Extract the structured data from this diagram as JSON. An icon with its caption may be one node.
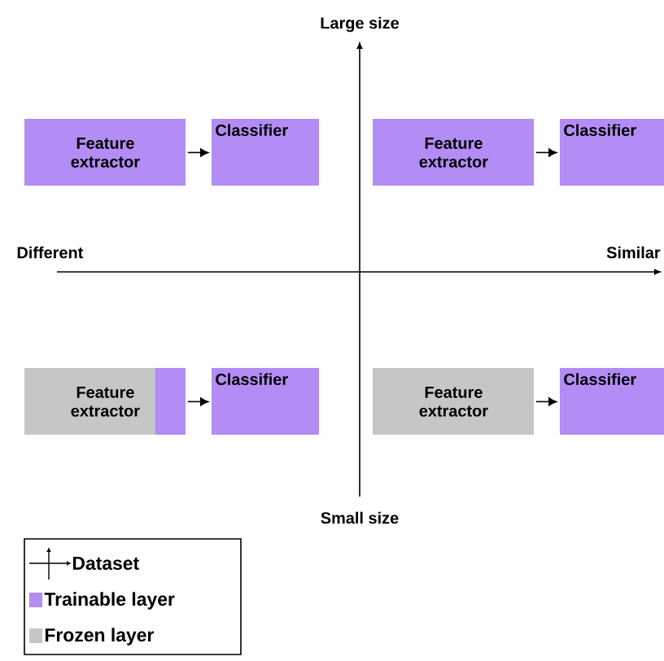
{
  "diagram": {
    "nodes": [
      {
        "text": [
          "Feature extractor"
        ]
      },
      {
        "text": [
          "Classifier"
        ]
      },
      {
        "text": [
          "Feature extractor"
        ]
      },
      {
        "text": [
          "Classifier"
        ]
      },
      {
        "text": [
          "Feature extractor"
        ]
      },
      {
        "text": [
          "Classifier"
        ]
      },
      {
        "text": [
          "Feature extractor"
        ]
      },
      {
        "text": [
          "Classifier"
        ]
      }
    ],
    "edges": [
      {
        "from": 0,
        "to": 1,
        "arrow": "to"
      },
      {
        "from": 2,
        "to": 3,
        "arrow": "to"
      },
      {
        "from": 4,
        "to": 5,
        "arrow": "to"
      },
      {
        "from": 6,
        "to": 7,
        "arrow": "to"
      }
    ],
    "labels": [
      "Large size",
      "Different",
      "Similar",
      "Small size"
    ],
    "legend": [
      {
        "text": "Dataset"
      },
      {
        "text": "Trainable layer",
        "color": "#b38cf5"
      },
      {
        "text": "Frozen layer",
        "color": "#c6c6c6"
      }
    ]
  }
}
